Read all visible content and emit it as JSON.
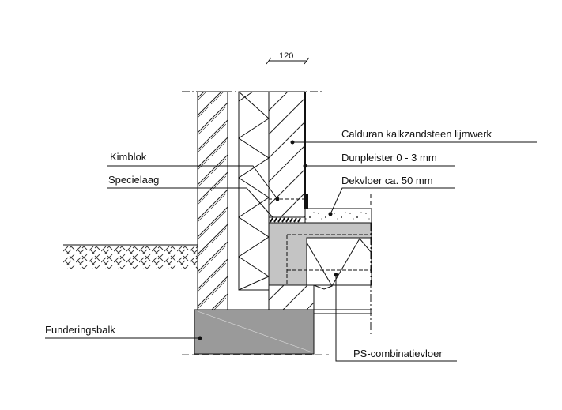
{
  "dimension": {
    "value": "120"
  },
  "labels": {
    "calduran": "Calduran kalkzandsteen lijmwerk",
    "dunpleister": "Dunpleister 0 - 3 mm",
    "dekvloer": "Dekvloer ca. 50 mm",
    "kimblok": "Kimblok",
    "specielaag": "Specielaag",
    "funderingsbalk": "Funderingsbalk",
    "ps_vloer": "PS-combinatievloer"
  },
  "colors": {
    "line": "#111111",
    "slab": "#c4c4c4",
    "beam": "#9a9a9a"
  }
}
